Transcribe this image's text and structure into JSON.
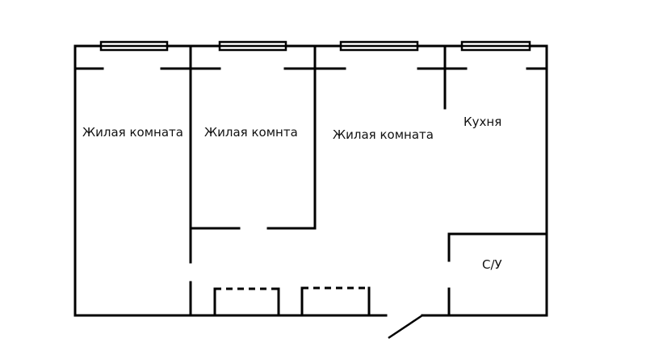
{
  "plan": {
    "rooms": [
      {
        "id": "living-room-1",
        "label": "Жилая комната"
      },
      {
        "id": "living-room-2",
        "label": "Жилая комнта"
      },
      {
        "id": "living-room-3",
        "label": "Жилая комната"
      },
      {
        "id": "kitchen",
        "label": "Кухня"
      },
      {
        "id": "bathroom",
        "label": "С/У"
      }
    ],
    "windows": 4,
    "entrance_door": "entrance-door"
  }
}
